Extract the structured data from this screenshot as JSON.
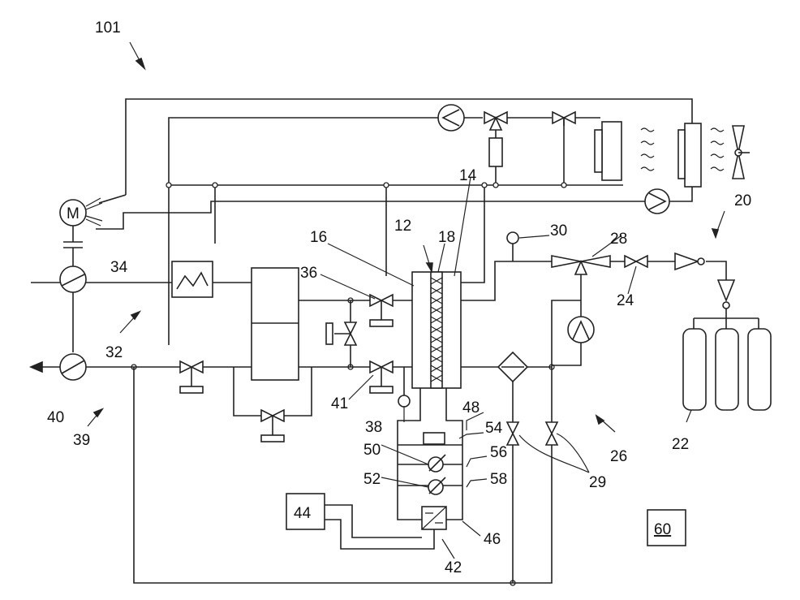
{
  "labels": {
    "l101": "101",
    "l14": "14",
    "l12": "12",
    "l18": "18",
    "l16": "16",
    "l30": "30",
    "l28": "28",
    "l20": "20",
    "l34": "34",
    "l36": "36",
    "l24": "24",
    "l32": "32",
    "l40": "40",
    "l39": "39",
    "l41": "41",
    "l38": "38",
    "l48": "48",
    "l54": "54",
    "l50": "50",
    "l56": "56",
    "l52": "52",
    "l58": "58",
    "l29": "29",
    "l26": "26",
    "l22": "22",
    "l44": "44",
    "l46": "46",
    "l42": "42",
    "l60": "60",
    "motor": "M"
  }
}
